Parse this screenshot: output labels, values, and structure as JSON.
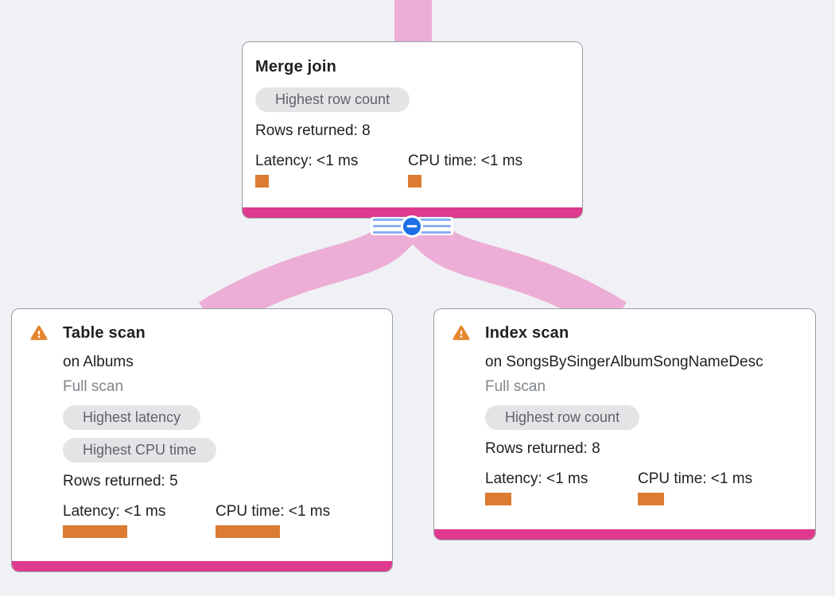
{
  "colors": {
    "background": "#f0f1f4",
    "edge": "#ecaed6",
    "node_accent": "#de3a8e",
    "metric_bar": "#db7c32",
    "warning": "#e5862e",
    "collapse_blue": "#1f6fe5",
    "stripe_blue": "#8ab0f4",
    "badge_bg": "#e4e4e7",
    "badge_text": "#5f6368",
    "text_primary": "#202124",
    "text_muted": "#80868b",
    "card_border": "#9aa0a6"
  },
  "nodes": [
    {
      "id": "merge-join",
      "title": "Merge join",
      "badges": [
        "Highest row count"
      ],
      "rows_returned": "Rows returned: 8",
      "metrics": {
        "latency": {
          "label": "Latency: <1 ms",
          "bar_style": "width:17px"
        },
        "cpu": {
          "label": "CPU time: <1 ms",
          "bar_style": "width:17px"
        }
      }
    },
    {
      "id": "table-scan",
      "title": "Table scan",
      "subtitle": "on Albums",
      "scan_type": "Full scan",
      "has_warning": true,
      "badges": [
        "Highest latency",
        "Highest CPU time"
      ],
      "rows_returned": "Rows returned: 5",
      "metrics": {
        "latency": {
          "label": "Latency: <1 ms",
          "bar_style": "width:81px"
        },
        "cpu": {
          "label": "CPU time: <1 ms",
          "bar_style": "width:81px"
        }
      }
    },
    {
      "id": "index-scan",
      "title": "Index scan",
      "subtitle": "on SongsBySingerAlbumSongNameDesc",
      "scan_type": "Full scan",
      "has_warning": true,
      "badges": [
        "Highest row count"
      ],
      "rows_returned": "Rows returned: 8",
      "metrics": {
        "latency": {
          "label": "Latency: <1 ms",
          "bar_style": "width:33px"
        },
        "cpu": {
          "label": "CPU time: <1 ms",
          "bar_style": "width:33px"
        }
      }
    }
  ],
  "edges": [
    {
      "from": "offscreen-parent",
      "to": "merge-join"
    },
    {
      "from": "merge-join",
      "to": "table-scan"
    },
    {
      "from": "merge-join",
      "to": "index-scan"
    }
  ],
  "collapse_control": {
    "icon": "minus",
    "action": "collapse-children"
  }
}
